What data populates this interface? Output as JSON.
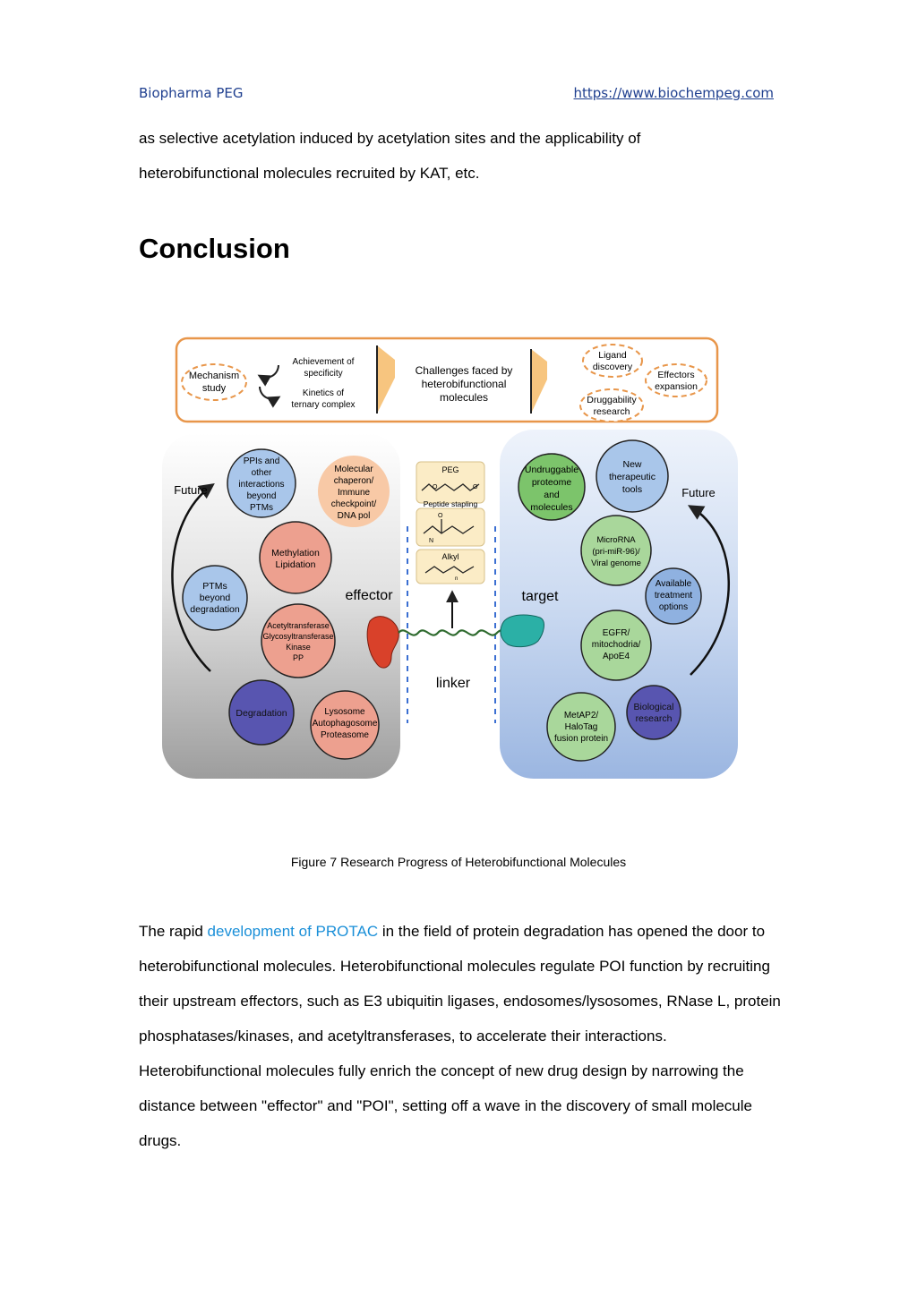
{
  "header": {
    "brand": "Biopharma PEG",
    "url": "https://www.biochempeg.com"
  },
  "intro": {
    "line1": "as selective acetylation induced by acetylation sites and the applicability of",
    "line2": "heterobifunctional molecules recruited by KAT, etc."
  },
  "section_title": "Conclusion",
  "figure": {
    "top_box": {
      "mechanism": [
        "Mechanism",
        "study"
      ],
      "achievement": [
        "Achievement of",
        "specificity"
      ],
      "kinetics": [
        "Kinetics of",
        "ternary complex"
      ],
      "challenges": [
        "Challenges faced by",
        "heterobifunctional",
        "molecules"
      ],
      "ligand": [
        "Ligand",
        "discovery"
      ],
      "druggability": [
        "Druggability",
        "research"
      ],
      "effectors": [
        "Effectors",
        "expansion"
      ]
    },
    "left": {
      "future": "Future",
      "effector": "effector",
      "ppis": [
        "PPIs and",
        "other",
        "interactions",
        "beyond",
        "PTMs"
      ],
      "chaperon": [
        "Molecular",
        "chaperon/",
        "Immune",
        "checkpoint/",
        "DNA pol"
      ],
      "methylation": [
        "Methylation",
        "Lipidation"
      ],
      "ptms": [
        "PTMs",
        "beyond",
        "degradation"
      ],
      "acetyl": [
        "Acetyltransferase",
        "Glycosyltransferase",
        "Kinase",
        "PP"
      ],
      "degradation": "Degradation",
      "lysosome": [
        "Lysosome",
        "Autophagosome",
        "Proteasome"
      ]
    },
    "center": {
      "peg": "PEG",
      "stapling": "Peptide stapling",
      "alkyl": "Alkyl",
      "linker": "linker",
      "n": "n",
      "o": "O",
      "nh": "N"
    },
    "right": {
      "future": "Future",
      "target": "target",
      "undruggable": [
        "Undruggable",
        "proteome",
        "and",
        "molecules"
      ],
      "newtools": [
        "New",
        "therapeutic",
        "tools"
      ],
      "microrna": [
        "MicroRNA",
        "(pri-miR-96)/",
        "Viral genome"
      ],
      "available": [
        "Available",
        "treatment",
        "options"
      ],
      "egfr": [
        "EGFR/",
        "mitochodria/",
        "ApoE4"
      ],
      "metap2": [
        "MetAP2/",
        "HaloTag",
        "fusion protein"
      ],
      "biological": [
        "Biological",
        "research"
      ]
    }
  },
  "caption": "Figure 7 Research Progress of Heterobifunctional Molecules",
  "body": {
    "before_link": "The rapid ",
    "link": "development of PROTAC",
    "after_link": " in the field of protein degradation has opened the door to heterobifunctional molecules. Heterobifunctional molecules regulate POI function by recruiting their upstream effectors, such as E3 ubiquitin ligases, endosomes/lysosomes, RNase L, protein phosphatases/kinases, and acetyltransferases, to accelerate their interactions. Heterobifunctional molecules fully enrich the concept of new drug design by narrowing the distance between \"effector\" and \"POI\", setting off a wave in the discovery of small molecule drugs."
  },
  "colors": {
    "orange": "#e8964a",
    "salmon": "#eda08f",
    "blue": "#8fb1e0",
    "purple": "#5855b0",
    "green": "#a9d79b",
    "peach": "#f8c9a6",
    "grey_panel": "#b3b3b3",
    "blue_panel": "#b6c9e7",
    "effector": "#d9412a",
    "target": "#2bb0a6",
    "link": "#1a8fd8"
  }
}
